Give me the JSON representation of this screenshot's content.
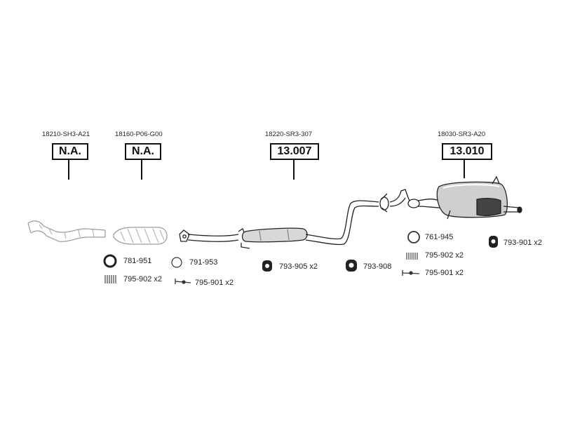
{
  "components": [
    {
      "id": "downpipe",
      "oem": "18210-SH3-A21",
      "code": "N.A."
    },
    {
      "id": "catalyst",
      "oem": "18160-P06-G00",
      "code": "N.A."
    },
    {
      "id": "center-pipe",
      "oem": "18220-SR3-307",
      "code": "13.007"
    },
    {
      "id": "rear-muffler",
      "oem": "18030-SR3-A20",
      "code": "13.010"
    }
  ],
  "parts": [
    {
      "id": "gasket-ring",
      "label": "781-951",
      "icon": "gasket-ring-icon"
    },
    {
      "id": "thin-ring",
      "label": "791-953",
      "icon": "thin-ring-icon"
    },
    {
      "id": "spring-1",
      "label": "795-902 x2",
      "icon": "spring-icon"
    },
    {
      "id": "bolt-1",
      "label": "795-901 x2",
      "icon": "bolt-icon"
    },
    {
      "id": "hanger-905",
      "label": "793-905 x2",
      "icon": "rubber-hanger-icon"
    },
    {
      "id": "hanger-908",
      "label": "793-908",
      "icon": "rubber-hanger-icon"
    },
    {
      "id": "ring-945",
      "label": "761-945",
      "icon": "ring-icon"
    },
    {
      "id": "spring-2",
      "label": "795-902 x2",
      "icon": "spring-icon"
    },
    {
      "id": "bolt-2",
      "label": "795-901 x2",
      "icon": "bolt-icon"
    },
    {
      "id": "hanger-901",
      "label": "793-901 x2",
      "icon": "rubber-hanger-icon"
    }
  ]
}
